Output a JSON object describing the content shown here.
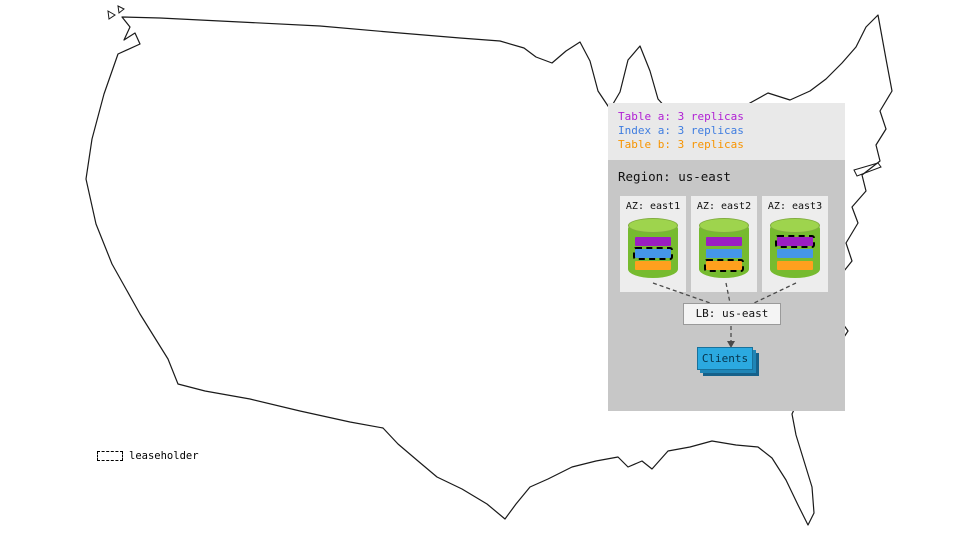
{
  "legend": {
    "items": [
      {
        "label": "Table a: 3 replicas",
        "color": "#b01fd4"
      },
      {
        "label": "Index a: 3 replicas",
        "color": "#3f7de0"
      },
      {
        "label": "Table b: 3 replicas",
        "color": "#f79400"
      }
    ]
  },
  "region": {
    "title": "Region: us-east",
    "azs": [
      {
        "label": "AZ: east1",
        "leaseholder": "index-a"
      },
      {
        "label": "AZ: east2",
        "leaseholder": "table-b"
      },
      {
        "label": "AZ: east3",
        "leaseholder": "table-a"
      }
    ],
    "load_balancer": "LB: us-east",
    "clients": "Clients"
  },
  "leaseholder_legend": "leaseholder",
  "colors": {
    "table_a_replica": "#9b1fc1",
    "index_a_replica": "#4596e8",
    "table_b_replica": "#ffa01e",
    "cylinder_body": "#76bb2f",
    "cylinder_top": "#9ed44d",
    "clients_box": "#2ba9e0",
    "legend_panel": "#e9e9e9",
    "region_panel": "#c7c7c7",
    "map_outline": "#1a1a1a"
  }
}
